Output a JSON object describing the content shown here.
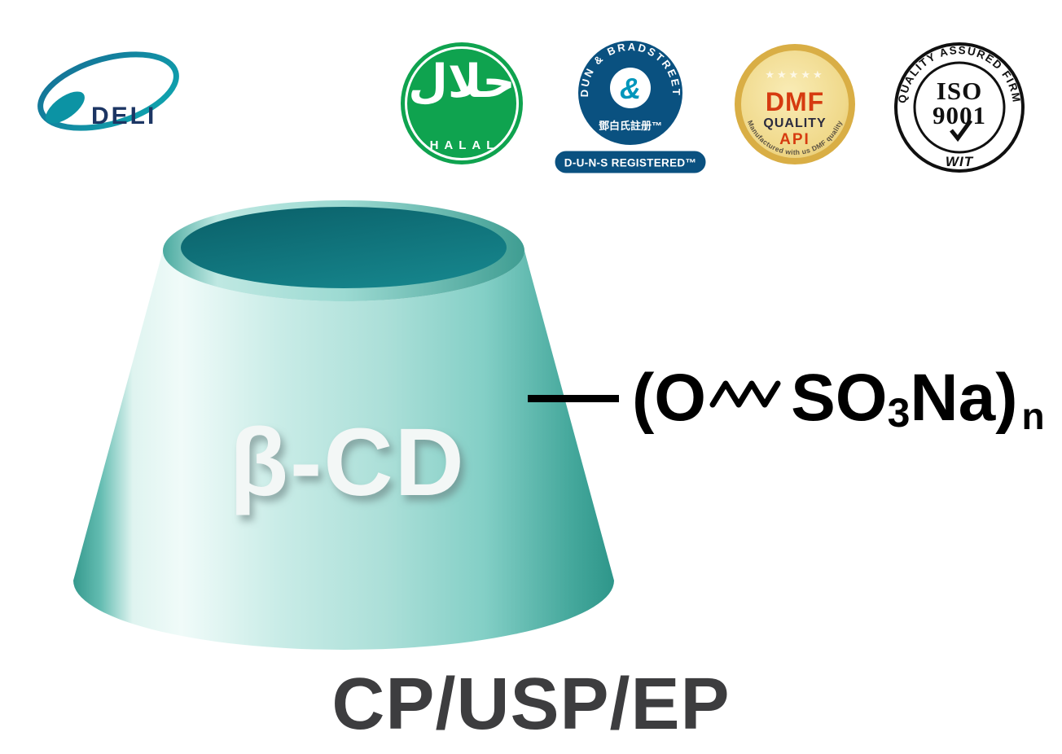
{
  "colors": {
    "cone_teal": "#35998d",
    "cone_highlight": "#f0fbf9",
    "cone_opening": "#0a5f68",
    "halal_green": "#0fa34f",
    "dnb_blue": "#0a5180",
    "dnb_teal": "#0096bb",
    "dmf_gold": "#e7c96f",
    "dmf_red": "#d63b10",
    "iso_black": "#101010",
    "footer_gray": "#3d3d3f",
    "logo_teal": "#0c93a4",
    "logo_navy": "#1c3563"
  },
  "logo": {
    "text": "DELI"
  },
  "badges": {
    "halal": {
      "arabic": "حلال",
      "label": "HALAL"
    },
    "dnb": {
      "arc": "DUN & BRADSTREET",
      "symbol": "&",
      "registered_cn": "鄧白氏註册™",
      "banner": "D-U-N-S REGISTERED™"
    },
    "dmf": {
      "stars": "★★★★★",
      "title": "DMF",
      "quality": "QUALITY",
      "api": "API",
      "arc": "Manufactured with us DMF quality"
    },
    "iso": {
      "arc": "QUALITY ASSURED FIRM",
      "title": "ISO",
      "number": "9001",
      "check_icon": "checkmark",
      "mark": "WIT"
    }
  },
  "diagram": {
    "cone_label": "β-CD",
    "formula": {
      "open": "(O",
      "so": "SO",
      "sub_3": "3",
      "na_close": "Na)",
      "sub_n": "n"
    }
  },
  "footer": {
    "standards": "CP/USP/EP"
  }
}
